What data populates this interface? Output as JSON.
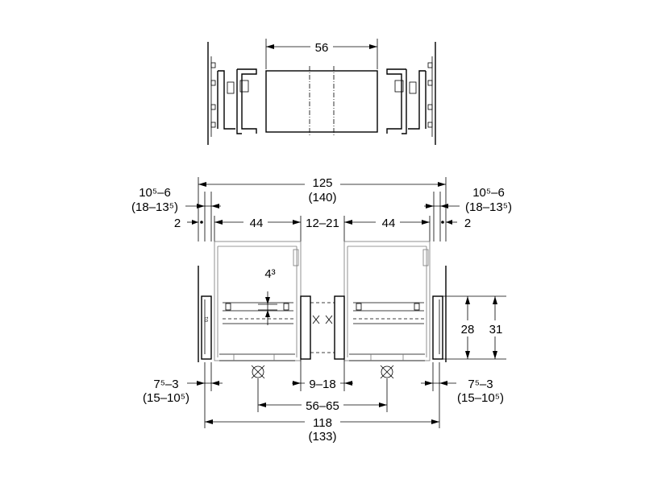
{
  "top_view": {
    "width": "56"
  },
  "front_view": {
    "overall_top": "125",
    "overall_top_alt": "(140)",
    "left_offset": "10⁵–6",
    "left_offset_alt": "(18–13⁵)",
    "right_offset": "10⁵–6",
    "right_offset_alt": "(18–13⁵)",
    "left_gap": "2",
    "right_gap": "2",
    "frame_left": "44",
    "frame_gap": "12–21",
    "frame_right": "44",
    "rail_drop": "4³",
    "height_inner": "28",
    "height_outer": "31",
    "bottom_left": "7⁵–3",
    "bottom_left_alt": "(15–10⁵)",
    "bottom_right": "7⁵–3",
    "bottom_right_alt": "(15–10⁵)",
    "center_gap": "9–18",
    "drain_spacing": "56–65",
    "overall_bottom": "118",
    "overall_bottom_alt": "(133)"
  }
}
